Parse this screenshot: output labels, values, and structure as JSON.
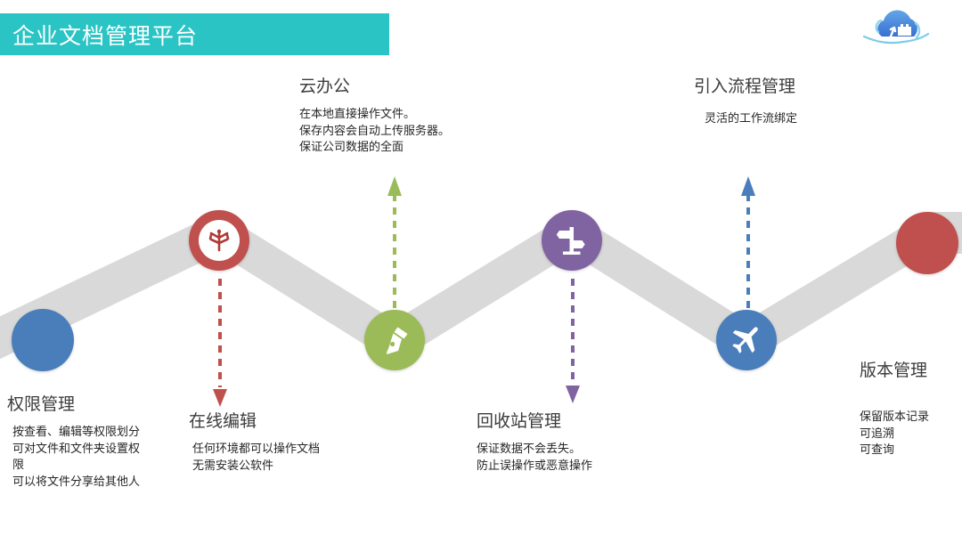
{
  "header": {
    "title": "企业文档管理平台",
    "banner_color": "#2bc4c4",
    "logo_name": "cloud-wall-logo"
  },
  "palette": {
    "band": "#d9d9d9",
    "blue": "#4a7ebb",
    "red": "#c0504d",
    "green": "#9bbb59",
    "purple": "#8064a2",
    "teal": "#2bc4c4"
  },
  "blocks": [
    {
      "id": "permission",
      "heading": "权限管理",
      "lines": [
        "按查看、编辑等权限划分",
        "可对文件和文件夹设置权",
        "限",
        "可以将文件分享给其他人"
      ]
    },
    {
      "id": "online-edit",
      "heading": "在线编辑",
      "lines": [
        "任何环境都可以操作文档",
        "无需安装公软件"
      ]
    },
    {
      "id": "cloud-office",
      "heading": "云办公",
      "lines": [
        "在本地直接操作文件。",
        "保存内容会自动上传服务器。",
        "保证公司数据的全面"
      ]
    },
    {
      "id": "recycle-bin",
      "heading": "回收站管理",
      "lines": [
        "保证数据不会丢失。",
        "防止误操作或恶意操作"
      ]
    },
    {
      "id": "workflow",
      "heading": "引入流程管理",
      "lines": [
        "灵活的工作流绑定"
      ]
    },
    {
      "id": "version",
      "heading": "版本管理",
      "lines": [
        "保留版本记录",
        "可追溯",
        "可查询"
      ]
    }
  ],
  "nodes": [
    {
      "id": "node-permission",
      "icon": "plain-circle",
      "color": "#4a7ebb"
    },
    {
      "id": "node-online-edit",
      "icon": "brush-icon",
      "color": "#c0504d"
    },
    {
      "id": "node-cloud-office",
      "icon": "pen-nib-icon",
      "color": "#9bbb59"
    },
    {
      "id": "node-recycle-bin",
      "icon": "signpost-icon",
      "color": "#8064a2"
    },
    {
      "id": "node-workflow",
      "icon": "airplane-icon",
      "color": "#4a7ebb"
    },
    {
      "id": "node-version",
      "icon": "plain-circle",
      "color": "#c0504d"
    }
  ],
  "connectors": [
    {
      "id": "connector-online-edit",
      "direction": "down",
      "color": "#c0504d"
    },
    {
      "id": "connector-cloud-office",
      "direction": "up",
      "color": "#9bbb59"
    },
    {
      "id": "connector-recycle-bin",
      "direction": "down",
      "color": "#8064a2"
    },
    {
      "id": "connector-workflow",
      "direction": "up",
      "color": "#4a7ebb"
    }
  ]
}
